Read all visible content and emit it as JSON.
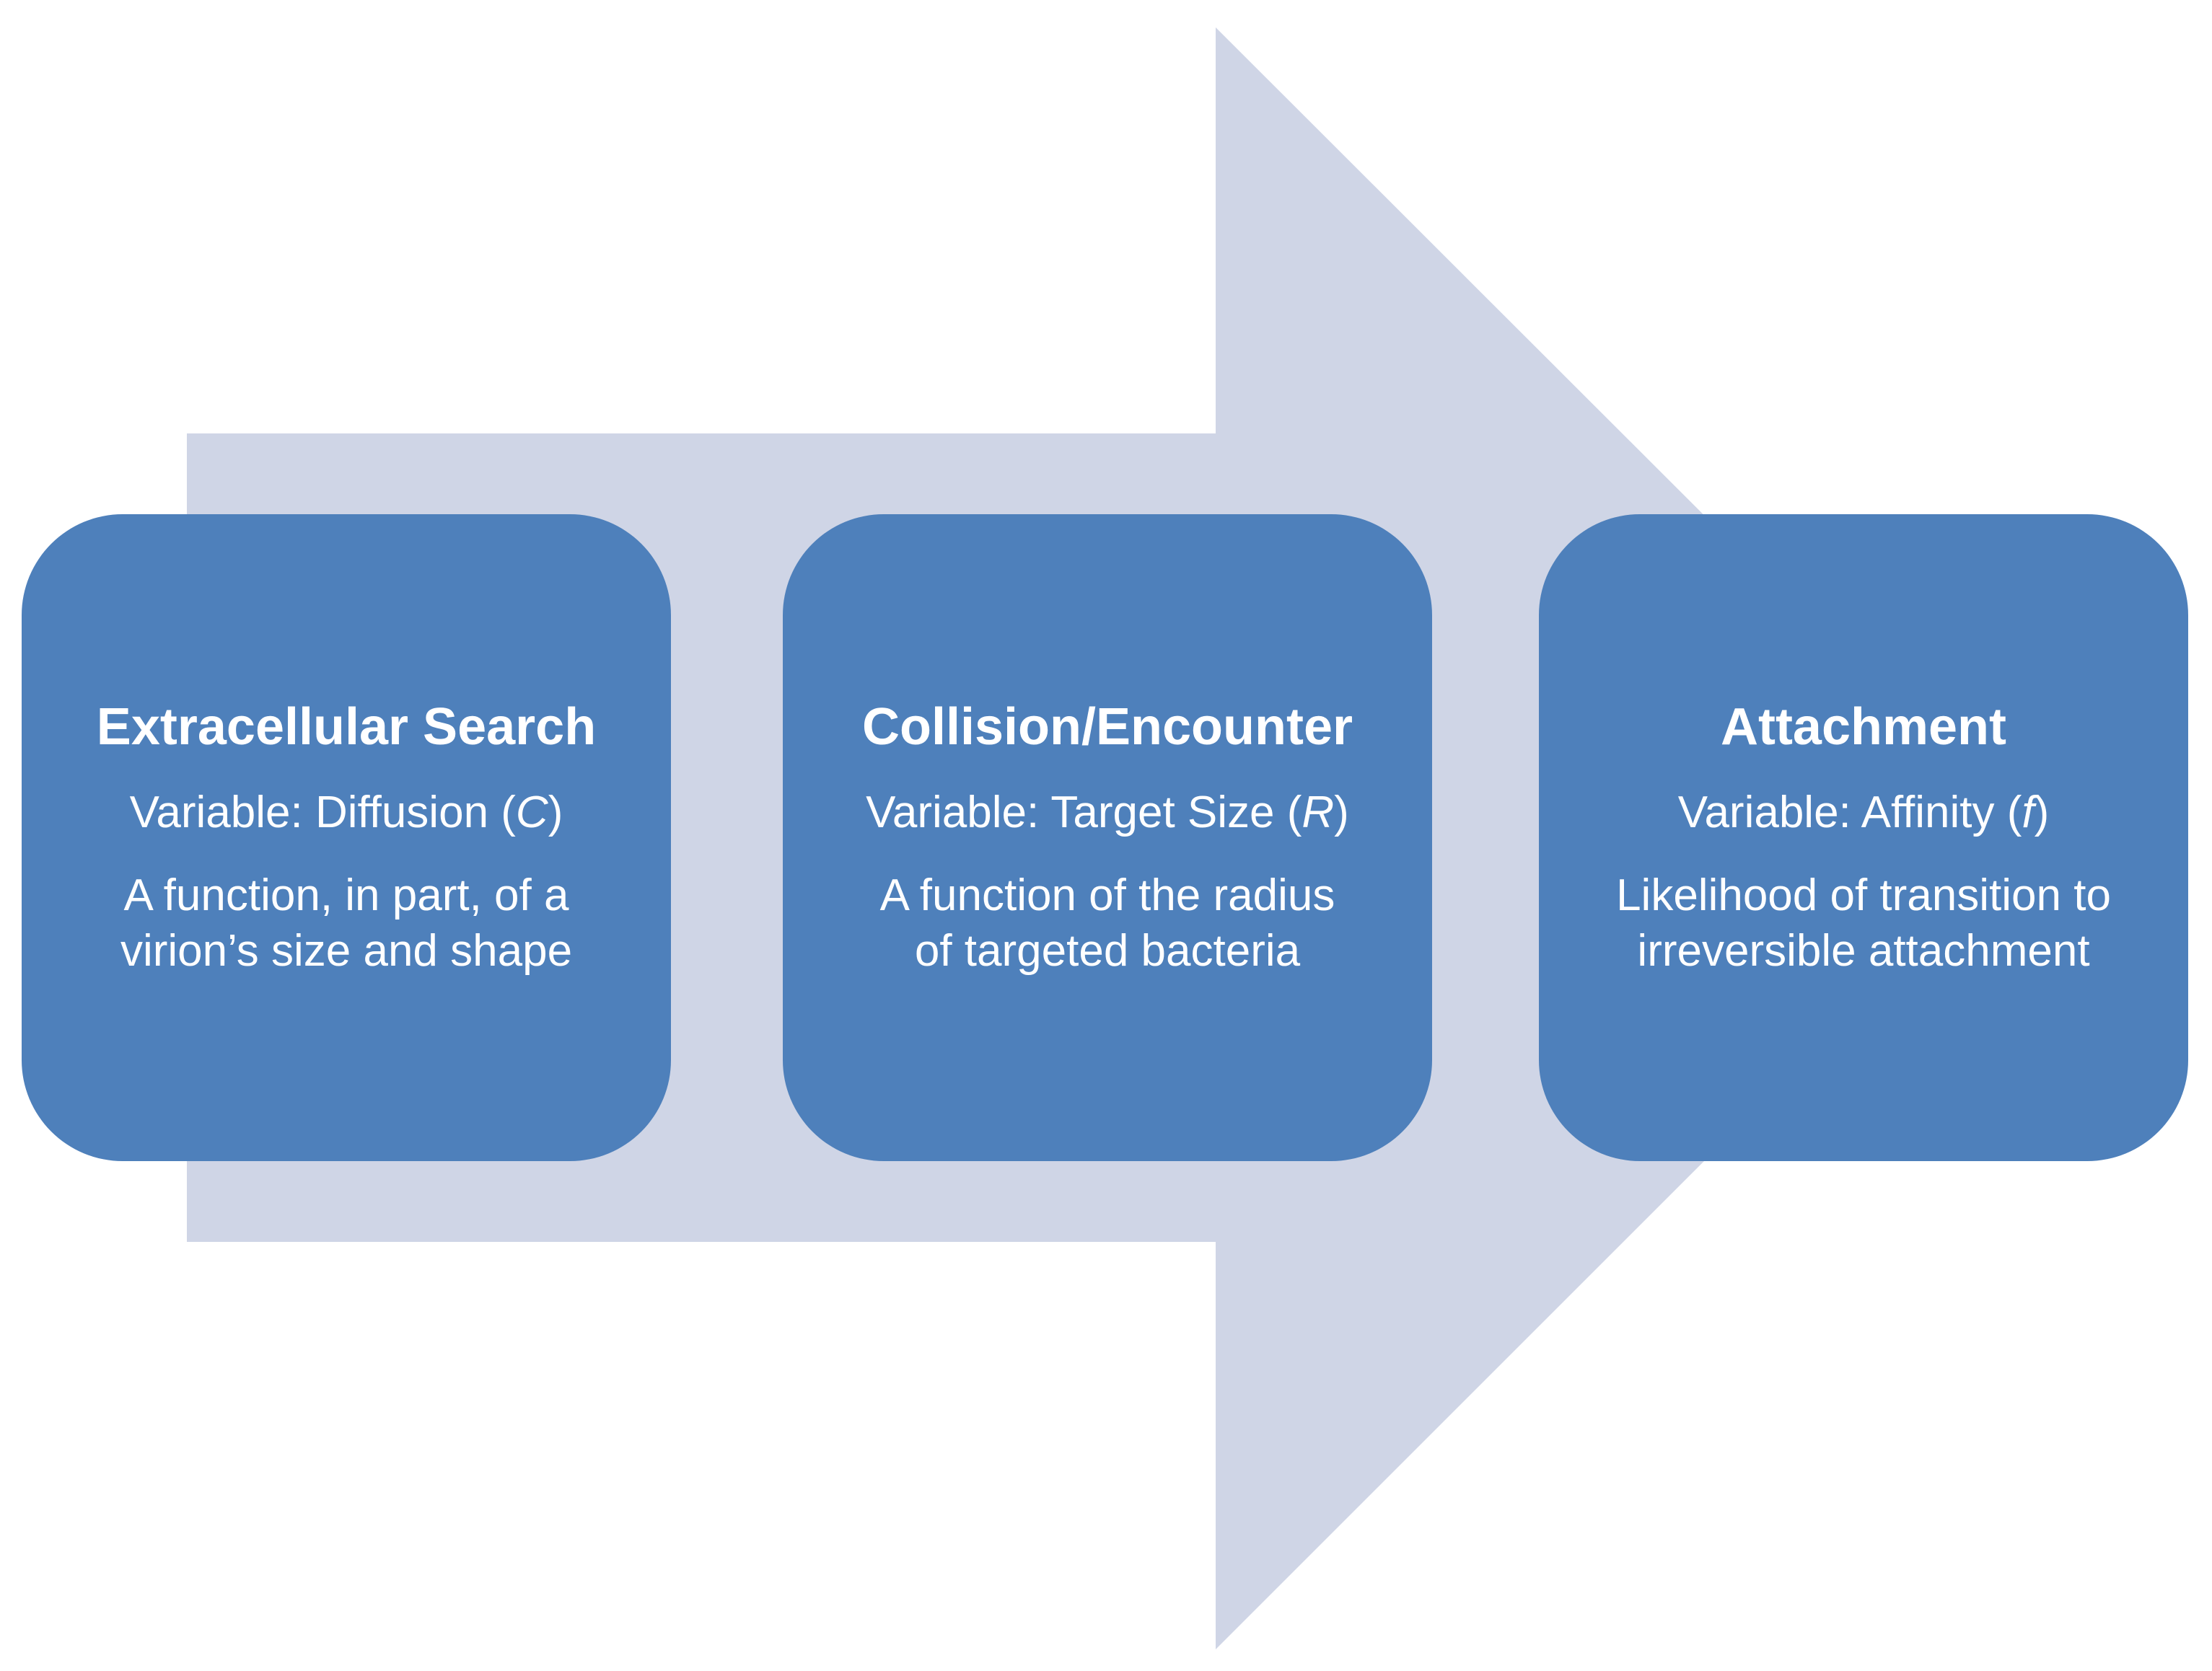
{
  "diagram": {
    "colors": {
      "arrow-fill": "#CFD5E6",
      "box-fill": "#4E80BB",
      "text-color": "#FFFFFF"
    },
    "arrow_shape": "right-block-arrow",
    "steps": [
      {
        "title": "Extracellular Search",
        "variable_prefix": "Variable: Diffusion (",
        "variable_symbol": "C",
        "variable_suffix": ")",
        "description_line1": "A function, in part, of a",
        "description_line2": "virion’s size and shape"
      },
      {
        "title": "Collision/Encounter",
        "variable_prefix": "Variable: Target Size (",
        "variable_symbol": "R",
        "variable_suffix": ")",
        "description_line1": "A function of the radius",
        "description_line2": "of targeted bacteria"
      },
      {
        "title": "Attachment",
        "variable_prefix": "Variable: Affinity (",
        "variable_symbol": "f",
        "variable_suffix": ")",
        "description_line1": "Likelihood of transition to",
        "description_line2": "irreversible attachment"
      }
    ]
  }
}
